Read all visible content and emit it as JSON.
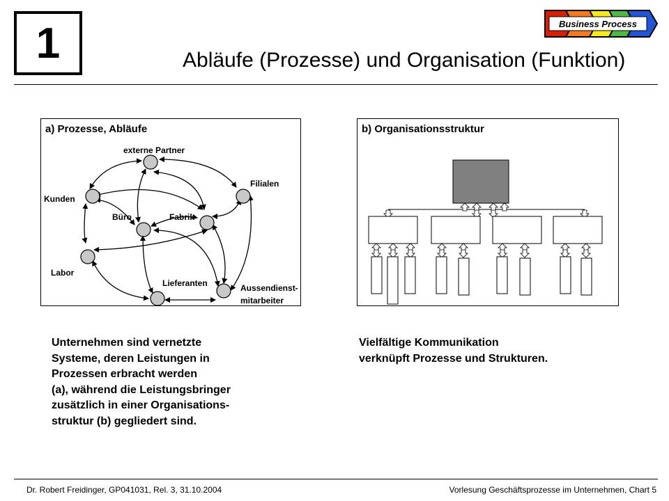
{
  "header": {
    "chapter": "1",
    "title": "Abläufe (Prozesse) und Organisation (Funktion)",
    "badge": "Business Process",
    "badge_colors": [
      "#d81e05",
      "#f47a20",
      "#f7e91b",
      "#4db848",
      "#2154d6"
    ]
  },
  "panel_a": {
    "title": "a) Prozesse, Abläufe",
    "nodes": {
      "externe_partner": "externe Partner",
      "filialen": "Filialen",
      "kunden": "Kunden",
      "buero": "Büro",
      "fabrik": "Fabrik",
      "labor": "Labor",
      "lieferanten": "Lieferanten",
      "aussendienst_line1": "Aussendienst-",
      "aussendienst_line2": "mitarbeiter"
    }
  },
  "panel_b": {
    "title": "b) Organisationsstruktur"
  },
  "text_left": [
    "Unternehmen sind vernetzte",
    "Systeme, deren Leistungen in",
    "Prozessen erbracht werden",
    "(a), während die Leistungsbringer",
    "zusätzlich in einer Organisations-",
    "struktur (b) gegliedert sind."
  ],
  "text_right": [
    "Vielfältige Kommunikation",
    "verknüpft Prozesse und Strukturen."
  ],
  "footer": {
    "left": "Dr. Robert Freidinger, GP041031, Rel. 3, 31.10.2004",
    "right": "Vorlesung Geschäftsprozesse im Unternehmen,  Chart 5"
  }
}
